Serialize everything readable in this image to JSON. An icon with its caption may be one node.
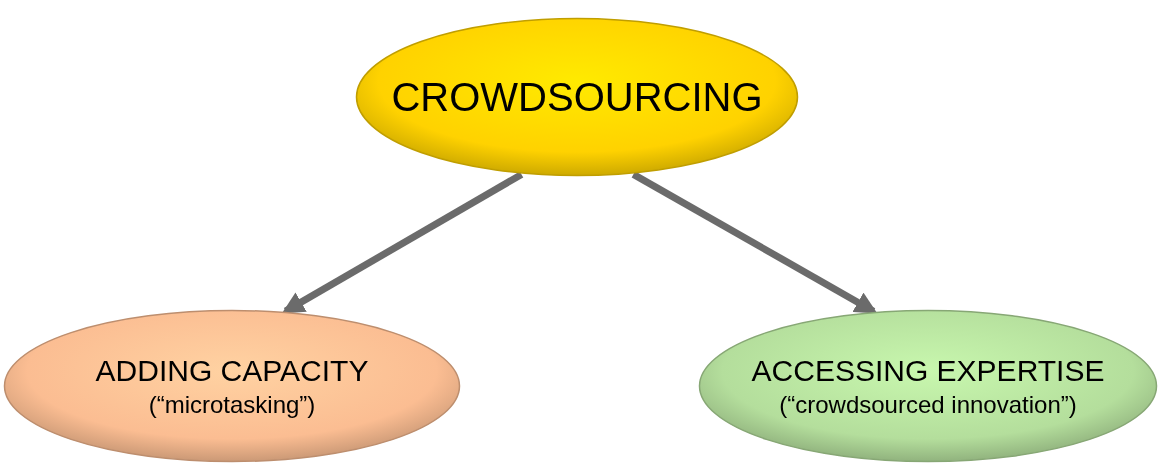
{
  "diagram": {
    "nodes": [
      {
        "text": [
          "CROWDSOURCING"
        ]
      },
      {
        "text": [
          "ADDING CAPACITY",
          "(“microtasking”)"
        ]
      },
      {
        "text": [
          "ACCESSING EXPERTISE",
          "(“crowdsourced innovation”)"
        ]
      }
    ],
    "edges": [
      {
        "from": 0,
        "to": 1,
        "arrow": "to"
      },
      {
        "from": 0,
        "to": 2,
        "arrow": "to"
      }
    ]
  }
}
